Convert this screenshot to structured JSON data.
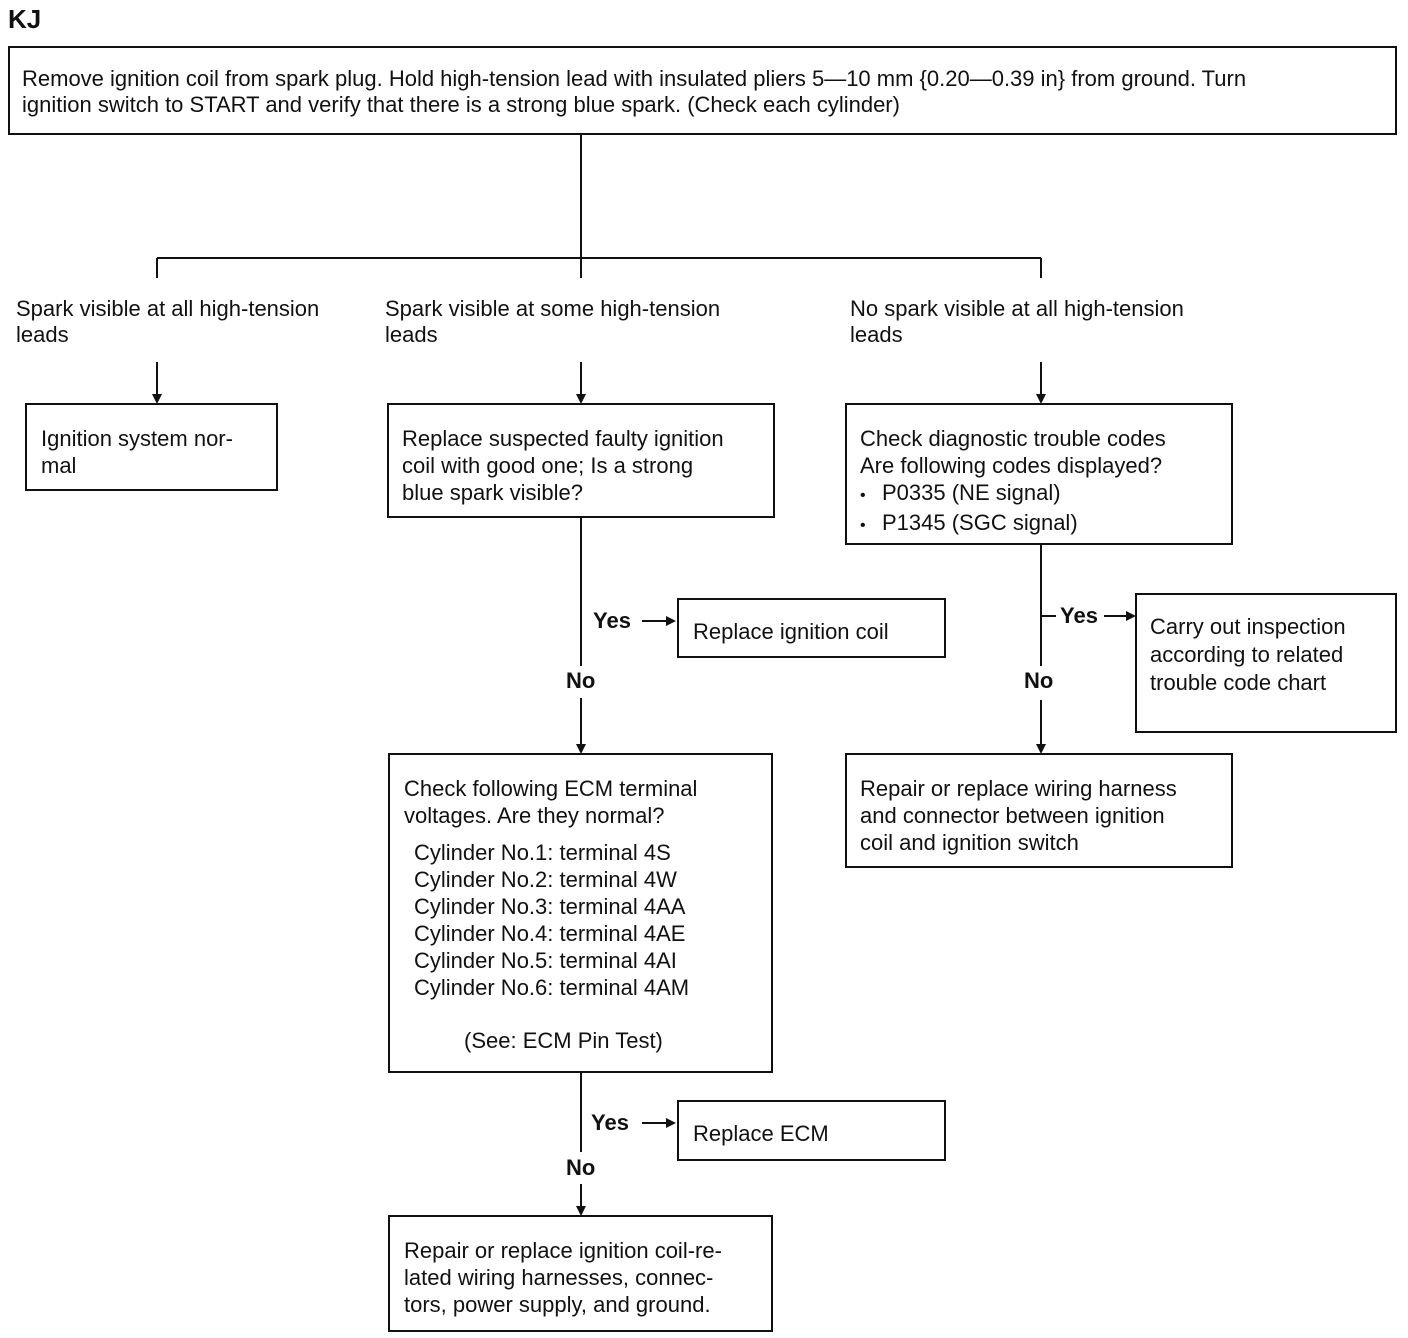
{
  "title": "KJ",
  "start_box": {
    "lines": [
      "Remove ignition coil from spark plug. Hold high-tension lead with insulated pliers 5—10 mm {0.20—0.39 in} from ground. Turn",
      "ignition switch to START and verify that there is a strong blue spark. (Check each cylinder)"
    ]
  },
  "branches": {
    "left": [
      "Spark visible at all high-tension",
      "leads"
    ],
    "middle": [
      "Spark visible at some high-tension",
      "leads"
    ],
    "right": [
      "No spark visible at all high-tension",
      "leads"
    ]
  },
  "ignition_normal": [
    "Ignition system nor-",
    "mal"
  ],
  "replace_coil_question": [
    "Replace suspected faulty ignition",
    "coil with good one; Is a strong",
    "blue spark visible?"
  ],
  "check_dtc": {
    "lines": [
      "Check diagnostic trouble codes",
      "Are following codes displayed?"
    ],
    "codes": [
      "P0335 (NE signal)",
      "P1345 (SGC signal)"
    ]
  },
  "yes_label": "Yes",
  "no_label": "No",
  "replace_coil": "Replace ignition coil",
  "carry_out": [
    "Carry out inspection",
    "according to related",
    "trouble code chart"
  ],
  "check_ecm": {
    "lines": [
      "Check following ECM terminal",
      "voltages. Are they normal?"
    ],
    "cylinders": [
      "Cylinder No.1: terminal 4S",
      "Cylinder No.2: terminal 4W",
      "Cylinder No.3: terminal 4AA",
      "Cylinder No.4: terminal 4AE",
      "Cylinder No.5: terminal 4AI",
      "Cylinder No.6: terminal 4AM"
    ],
    "see": "(See: ECM Pin Test)"
  },
  "repair_harness_switch": [
    "Repair or replace wiring harness",
    "and connector between ignition",
    "coil and ignition switch"
  ],
  "replace_ecm": "Replace ECM",
  "repair_coil_related": [
    "Repair or replace ignition coil-re-",
    "lated wiring harnesses, connec-",
    "tors, power supply, and ground."
  ]
}
